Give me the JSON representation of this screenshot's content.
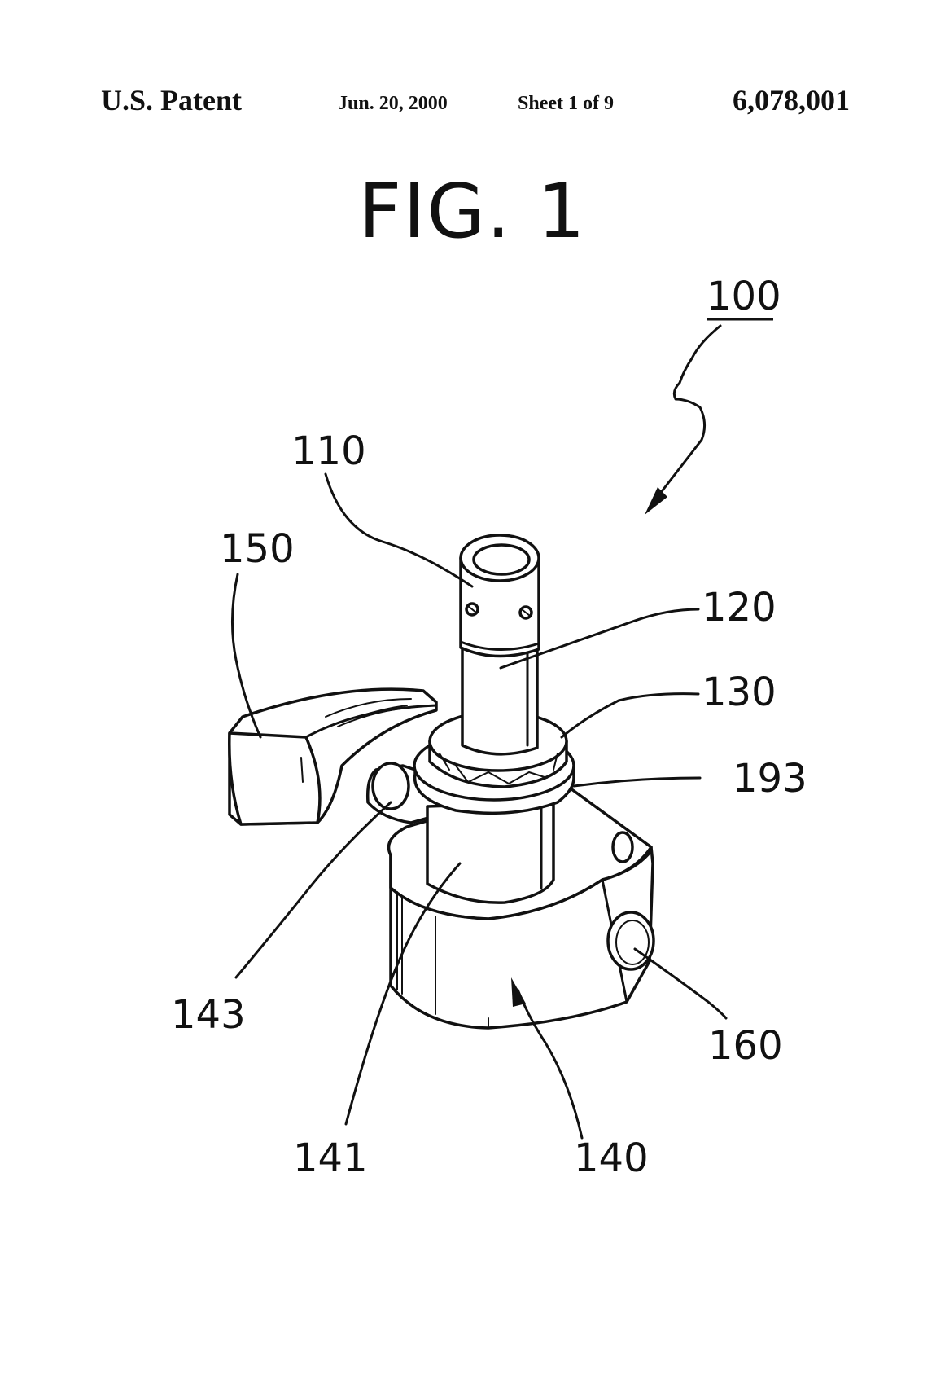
{
  "header": {
    "office": "U.S. Patent",
    "date": "Jun. 20, 2000",
    "sheet": "Sheet 1 of 9",
    "patent_number": "6,078,001"
  },
  "figure": {
    "title": "FIG. 1",
    "labels": {
      "assembly": "100",
      "tube": "110",
      "shaft": "120",
      "nut": "130",
      "washer": "193",
      "knob": "150",
      "pin": "143",
      "neck": "141",
      "base_block": "140",
      "hole": "160"
    }
  }
}
